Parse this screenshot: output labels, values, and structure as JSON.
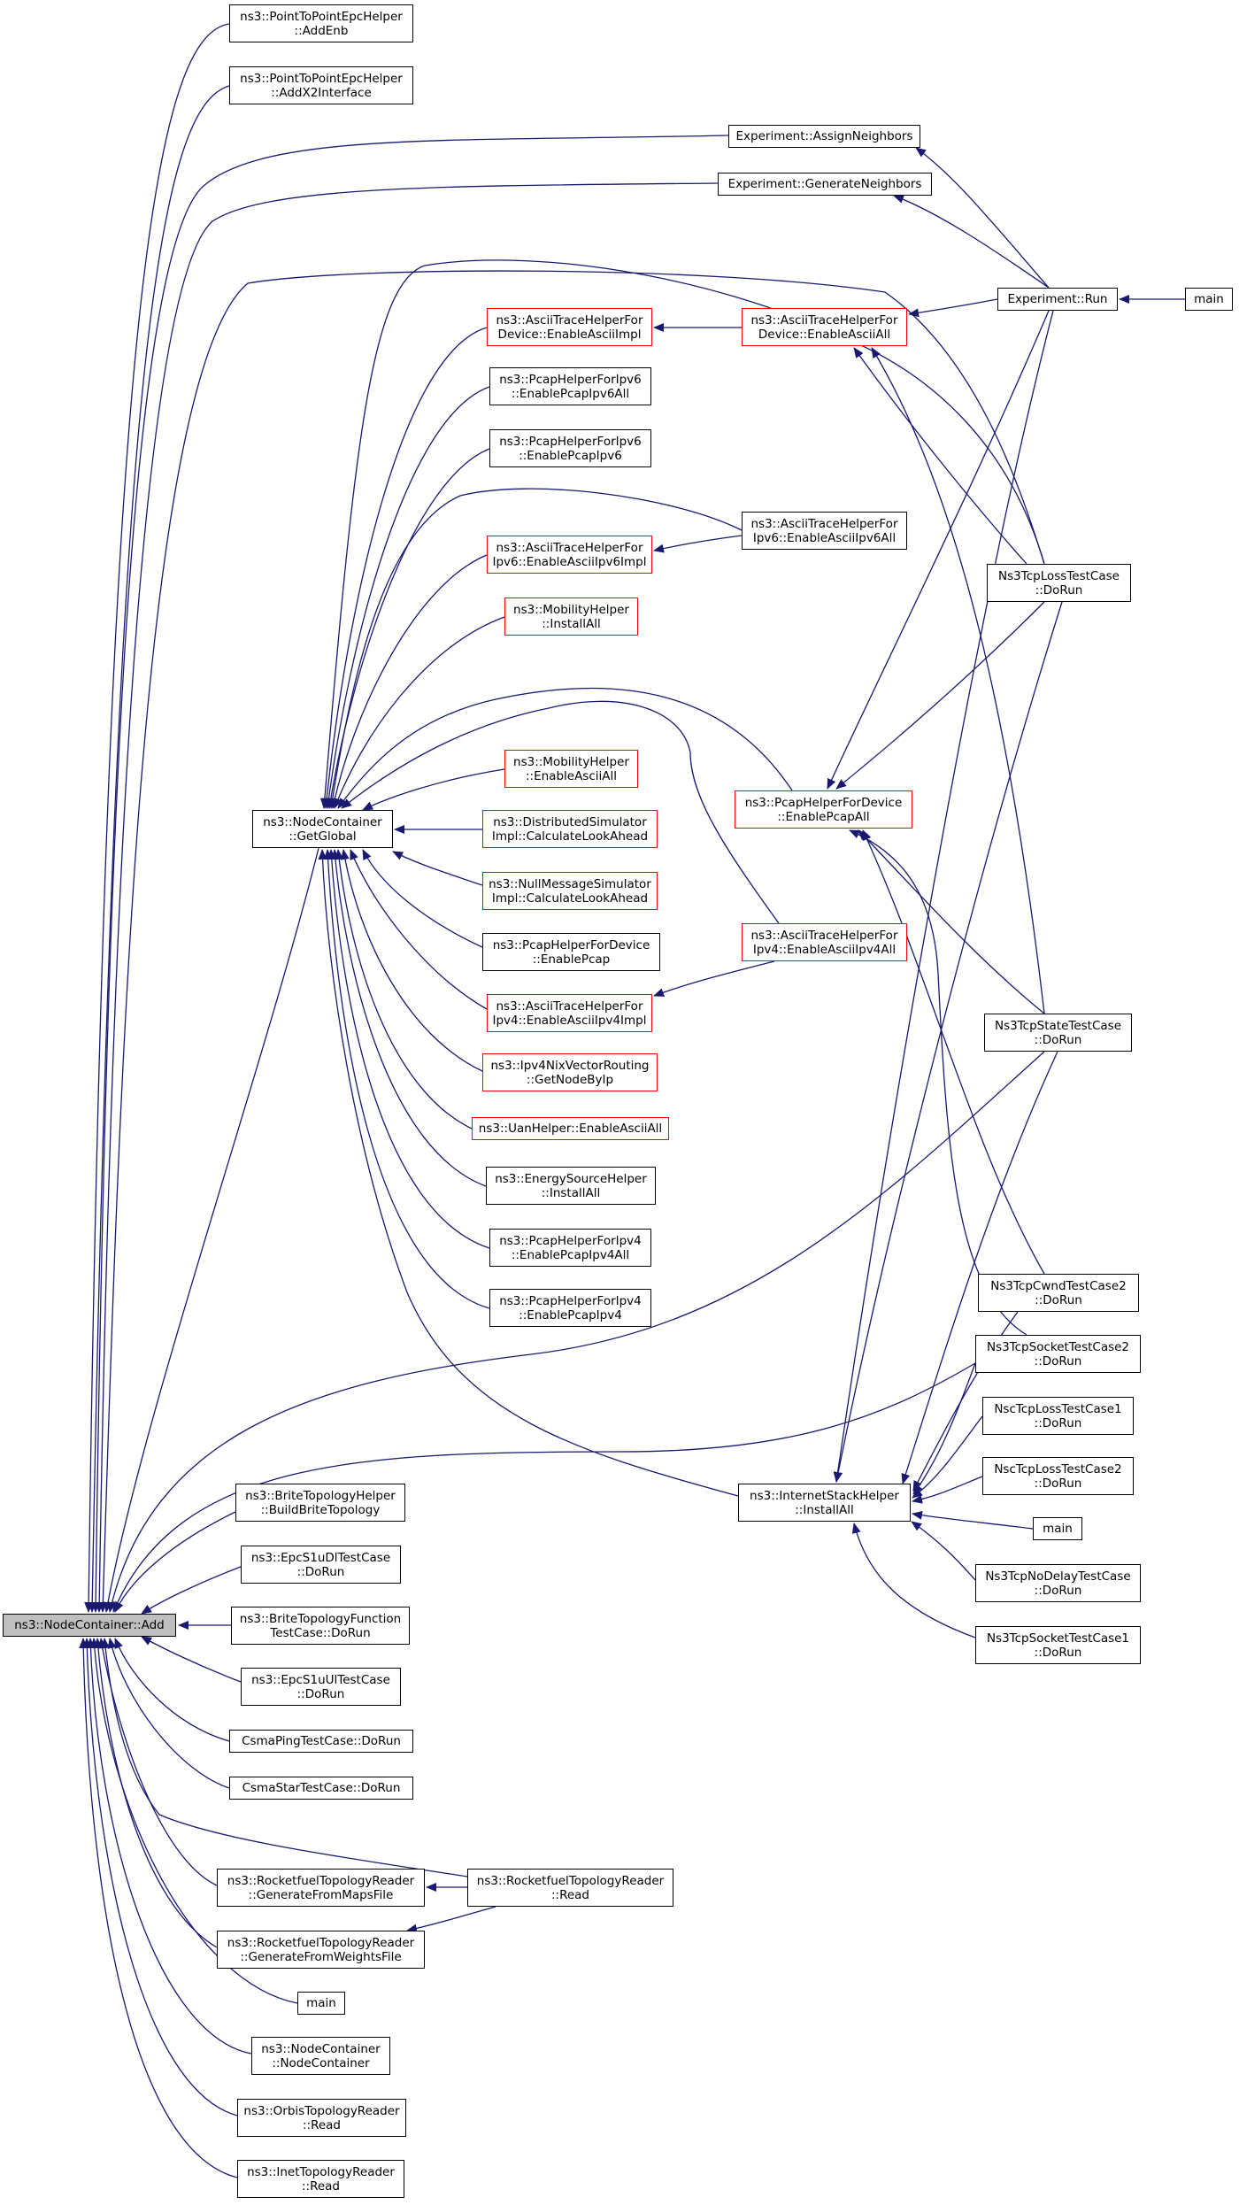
{
  "colors": {
    "edge": "#191970",
    "box_border": "#000000",
    "box_border_incomplete": "#ff0000",
    "root_fill": "#bfbfbf"
  },
  "nodes": {
    "root": {
      "line1": "ns3::NodeContainer::Add",
      "line2": ""
    },
    "ptp_addenb": {
      "line1": "ns3::PointToPointEpcHelper",
      "line2": "::AddEnb"
    },
    "ptp_addx2": {
      "line1": "ns3::PointToPointEpcHelper",
      "line2": "::AddX2Interface"
    },
    "exp_assign": {
      "line1": "Experiment::AssignNeighbors",
      "line2": ""
    },
    "exp_generate": {
      "line1": "Experiment::GenerateNeighbors",
      "line2": ""
    },
    "exp_run": {
      "line1": "Experiment::Run",
      "line2": ""
    },
    "main_top": {
      "line1": "main",
      "line2": ""
    },
    "ascii_dev_impl": {
      "line1": "ns3::AsciiTraceHelperFor",
      "line2": "Device::EnableAsciiImpl"
    },
    "ascii_dev_all": {
      "line1": "ns3::AsciiTraceHelperFor",
      "line2": "Device::EnableAsciiAll"
    },
    "pcap6_all": {
      "line1": "ns3::PcapHelperForIpv6",
      "line2": "::EnablePcapIpv6All"
    },
    "pcap6": {
      "line1": "ns3::PcapHelperForIpv6",
      "line2": "::EnablePcapIpv6"
    },
    "ascii6_impl": {
      "line1": "ns3::AsciiTraceHelperFor",
      "line2": "Ipv6::EnableAsciiIpv6Impl"
    },
    "ascii6_all": {
      "line1": "ns3::AsciiTraceHelperFor",
      "line2": "Ipv6::EnableAsciiIpv6All"
    },
    "mob_install": {
      "line1": "ns3::MobilityHelper",
      "line2": "::InstallAll"
    },
    "tcploss": {
      "line1": "Ns3TcpLossTestCase",
      "line2": "::DoRun"
    },
    "mob_ascii": {
      "line1": "ns3::MobilityHelper",
      "line2": "::EnableAsciiAll"
    },
    "pcapdev_all": {
      "line1": "ns3::PcapHelperForDevice",
      "line2": "::EnablePcapAll"
    },
    "getglobal": {
      "line1": "ns3::NodeContainer",
      "line2": "::GetGlobal"
    },
    "dist_sim": {
      "line1": "ns3::DistributedSimulator",
      "line2": "Impl::CalculateLookAhead"
    },
    "null_sim": {
      "line1": "ns3::NullMessageSimulator",
      "line2": "Impl::CalculateLookAhead"
    },
    "pcapdev": {
      "line1": "ns3::PcapHelperForDevice",
      "line2": "::EnablePcap"
    },
    "ascii4_all": {
      "line1": "ns3::AsciiTraceHelperFor",
      "line2": "Ipv4::EnableAsciiIpv4All"
    },
    "ascii4_impl": {
      "line1": "ns3::AsciiTraceHelperFor",
      "line2": "Ipv4::EnableAsciiIpv4Impl"
    },
    "tcpstate": {
      "line1": "Ns3TcpStateTestCase",
      "line2": "::DoRun"
    },
    "nix": {
      "line1": "ns3::Ipv4NixVectorRouting",
      "line2": "::GetNodeByIp"
    },
    "uan": {
      "line1": "ns3::UanHelper::EnableAsciiAll",
      "line2": ""
    },
    "energy": {
      "line1": "ns3::EnergySourceHelper",
      "line2": "::InstallAll"
    },
    "pcap4_all": {
      "line1": "ns3::PcapHelperForIpv4",
      "line2": "::EnablePcapIpv4All"
    },
    "pcap4": {
      "line1": "ns3::PcapHelperForIpv4",
      "line2": "::EnablePcapIpv4"
    },
    "cwnd2": {
      "line1": "Ns3TcpCwndTestCase2",
      "line2": "::DoRun"
    },
    "sock2": {
      "line1": "Ns3TcpSocketTestCase2",
      "line2": "::DoRun"
    },
    "nsc1": {
      "line1": "NscTcpLossTestCase1",
      "line2": "::DoRun"
    },
    "nsc2": {
      "line1": "NscTcpLossTestCase2",
      "line2": "::DoRun"
    },
    "brite_build": {
      "line1": "ns3::BriteTopologyHelper",
      "line2": "::BuildBriteTopology"
    },
    "inet_install": {
      "line1": "ns3::InternetStackHelper",
      "line2": "::InstallAll"
    },
    "main_mid": {
      "line1": "main",
      "line2": ""
    },
    "epc_dl": {
      "line1": "ns3::EpcS1uDlTestCase",
      "line2": "::DoRun"
    },
    "nodelay": {
      "line1": "Ns3TcpNoDelayTestCase",
      "line2": "::DoRun"
    },
    "brite_func": {
      "line1": "ns3::BriteTopologyFunction",
      "line2": "TestCase::DoRun"
    },
    "sock1": {
      "line1": "Ns3TcpSocketTestCase1",
      "line2": "::DoRun"
    },
    "epc_ul": {
      "line1": "ns3::EpcS1uUlTestCase",
      "line2": "::DoRun"
    },
    "csma_ping": {
      "line1": "CsmaPingTestCase::DoRun",
      "line2": ""
    },
    "csma_star": {
      "line1": "CsmaStarTestCase::DoRun",
      "line2": ""
    },
    "rocket_maps": {
      "line1": "ns3::RocketfuelTopologyReader",
      "line2": "::GenerateFromMapsFile"
    },
    "rocket_read": {
      "line1": "ns3::RocketfuelTopologyReader",
      "line2": "::Read"
    },
    "rocket_weights": {
      "line1": "ns3::RocketfuelTopologyReader",
      "line2": "::GenerateFromWeightsFile"
    },
    "main_bot": {
      "line1": "main",
      "line2": ""
    },
    "nc_ctor": {
      "line1": "ns3::NodeContainer",
      "line2": "::NodeContainer"
    },
    "orbis": {
      "line1": "ns3::OrbisTopologyReader",
      "line2": "::Read"
    },
    "inet_reader": {
      "line1": "ns3::InetTopologyReader",
      "line2": "::Read"
    }
  }
}
